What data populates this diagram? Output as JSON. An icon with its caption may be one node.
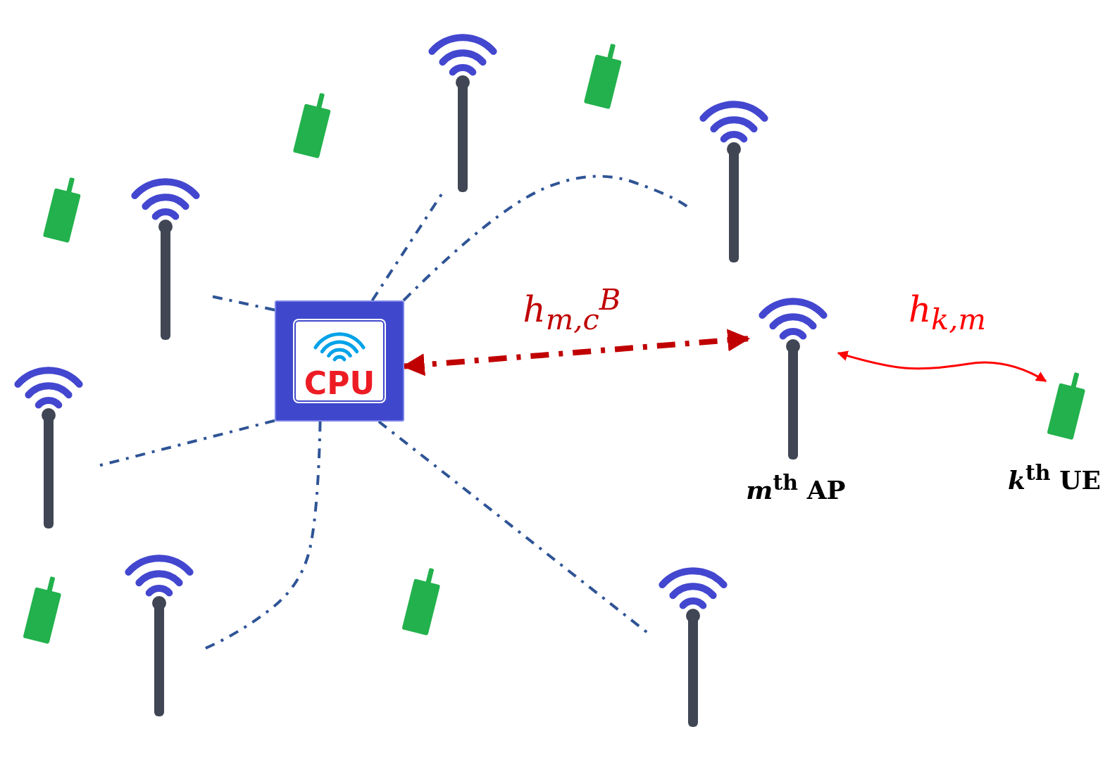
{
  "diagram": {
    "nodes": [
      {
        "text": [],
        "shape": "antenna"
      },
      {
        "text": [],
        "shape": "phone"
      },
      {
        "text": [],
        "shape": "antenna"
      },
      {
        "text": [],
        "shape": "phone"
      },
      {
        "text": [],
        "shape": "antenna"
      },
      {
        "text": [],
        "shape": "phone"
      },
      {
        "text": [],
        "shape": "antenna",
        "beside": [
          "*m*$^{th}$ AP"
        ]
      },
      {
        "text": [
          "CPU"
        ]
      },
      {
        "text": [],
        "shape": "antenna"
      },
      {
        "text": [],
        "shape": "phone",
        "beside": [
          "*k*$^{th}$ UE"
        ]
      },
      {
        "text": [],
        "shape": "phone"
      },
      {
        "text": [],
        "shape": "phone"
      },
      {
        "text": [],
        "shape": "antenna"
      },
      {
        "text": [],
        "shape": "antenna"
      }
    ],
    "edges": [
      {
        "from": 7,
        "to": 4,
        "arrow": "none",
        "style": "dashed"
      },
      {
        "from": 7,
        "to": 0,
        "arrow": "none",
        "style": "dashed"
      },
      {
        "from": 7,
        "to": 2,
        "arrow": "none",
        "style": "dashed"
      },
      {
        "from": 7,
        "to": 8,
        "arrow": "none",
        "style": "dashed"
      },
      {
        "from": 7,
        "to": 12,
        "arrow": "none",
        "style": "dashed"
      },
      {
        "from": 7,
        "to": 13,
        "arrow": "none",
        "style": "dashed"
      },
      {
        "from": 7,
        "to": 6,
        "arrow": "both",
        "style": "dashed",
        "color": "#c00000",
        "label": "h$_{m,c}$$^{B}$"
      },
      {
        "from": 6,
        "to": 9,
        "arrow": "both",
        "color": "#ff0000",
        "label": "h$_{k,m}$"
      }
    ]
  }
}
